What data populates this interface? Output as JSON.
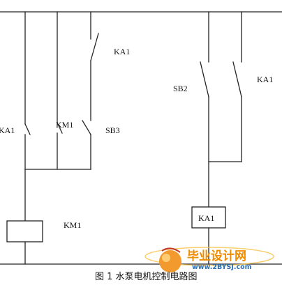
{
  "diagram": {
    "labels": {
      "ka1_top": "KA1",
      "sb2": "SB2",
      "ka1_right": "KA1",
      "ka1_left": "KA1",
      "km1_contact": "KM1",
      "sb3": "SB3",
      "km1_coil": "KM1",
      "ka1_coil": "KA1"
    },
    "caption": "图 1 水泵电机控制电路图",
    "watermark": {
      "text_cn": "毕业设计网",
      "url": "www.2BYSJ.com"
    }
  },
  "colors": {
    "line": "#222222",
    "watermark_orange": "#f08c00",
    "watermark_blue": "#2a6fb5"
  }
}
